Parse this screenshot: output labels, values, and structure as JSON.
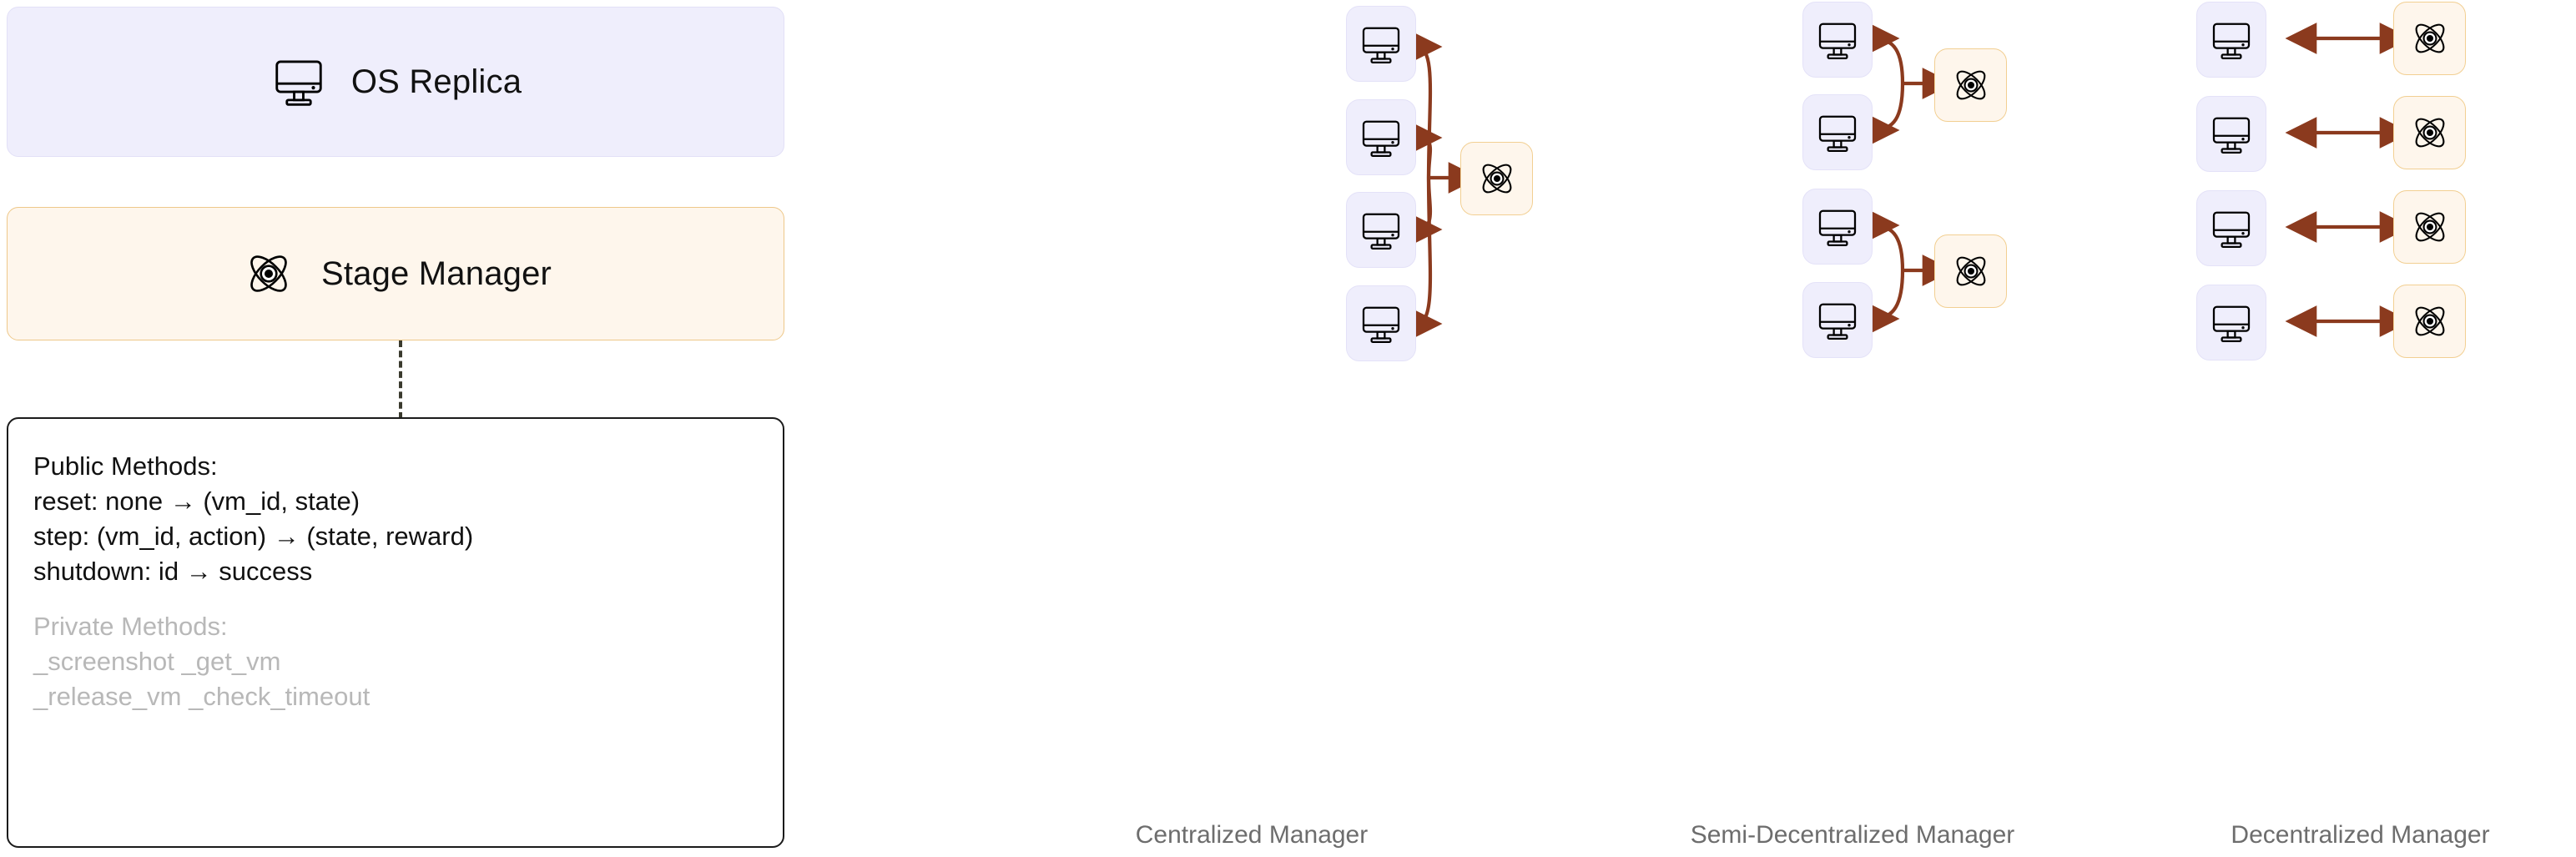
{
  "left_panel": {
    "os_replica": {
      "label": "OS Replica",
      "icon": "monitor-icon",
      "fill": "#efeefc"
    },
    "stage_manager": {
      "label": "Stage Manager",
      "icon": "atom-icon",
      "fill": "#fef6ec",
      "border": "#eec88a"
    },
    "methods_box": {
      "public_heading": "Public Methods:",
      "public_methods": [
        "reset: none → (vm_id, state)",
        "step: (vm_id, action) → (state, reward)",
        "shutdown: id → success"
      ],
      "private_heading": "Private Methods:",
      "private_methods": [
        "_screenshot _get_vm",
        "_release_vm _check_timeout"
      ]
    },
    "connector": "dashed-vertical-line"
  },
  "diagrams": [
    {
      "id": "centralized",
      "caption": "Centralized Manager",
      "vm_count": 4,
      "manager_count": 1,
      "topology": "four-vms-converge-to-one-manager",
      "arrow_style": "curved-bidirectional"
    },
    {
      "id": "semi-decentralized",
      "caption": "Semi-Decentralized Manager",
      "vm_count": 4,
      "manager_count": 2,
      "topology": "two-vms-per-manager",
      "arrow_style": "curved-bidirectional"
    },
    {
      "id": "decentralized",
      "caption": "Decentralized Manager",
      "vm_count": 4,
      "manager_count": 4,
      "topology": "one-vm-per-manager",
      "arrow_style": "straight-bidirectional"
    }
  ],
  "colors": {
    "vm_fill": "#efeefc",
    "vm_border": "#e4e2f8",
    "manager_fill": "#fef6ec",
    "manager_border": "#f2cf92",
    "arrow": "#8b3a1e",
    "caption_text": "#6d6d6d",
    "body_text": "#111111",
    "muted_text": "#b8b8b8"
  }
}
